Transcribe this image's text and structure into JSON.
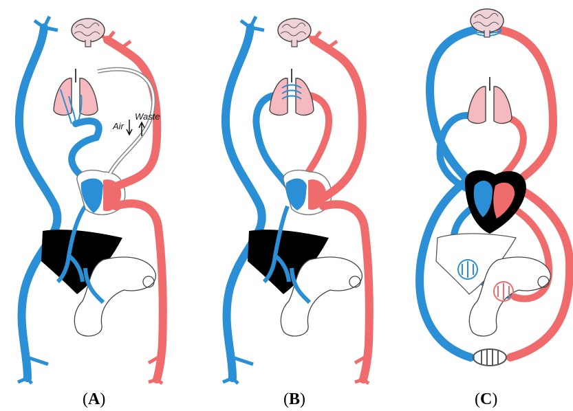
{
  "colors": {
    "venous": "#2a8fd4",
    "arterial": "#f06b6b",
    "outline": "#1a1a1a",
    "lung": "#f6b9bf",
    "brain": "#efd3d6",
    "organ_dark": "#000000"
  },
  "panels": [
    {
      "open": "(",
      "letter": "A",
      "close": ")"
    },
    {
      "open": "(",
      "letter": "B",
      "close": ")"
    },
    {
      "open": "(",
      "letter": "C",
      "close": ")"
    }
  ],
  "annotations": {
    "air": "Air",
    "waste": "Waste"
  }
}
